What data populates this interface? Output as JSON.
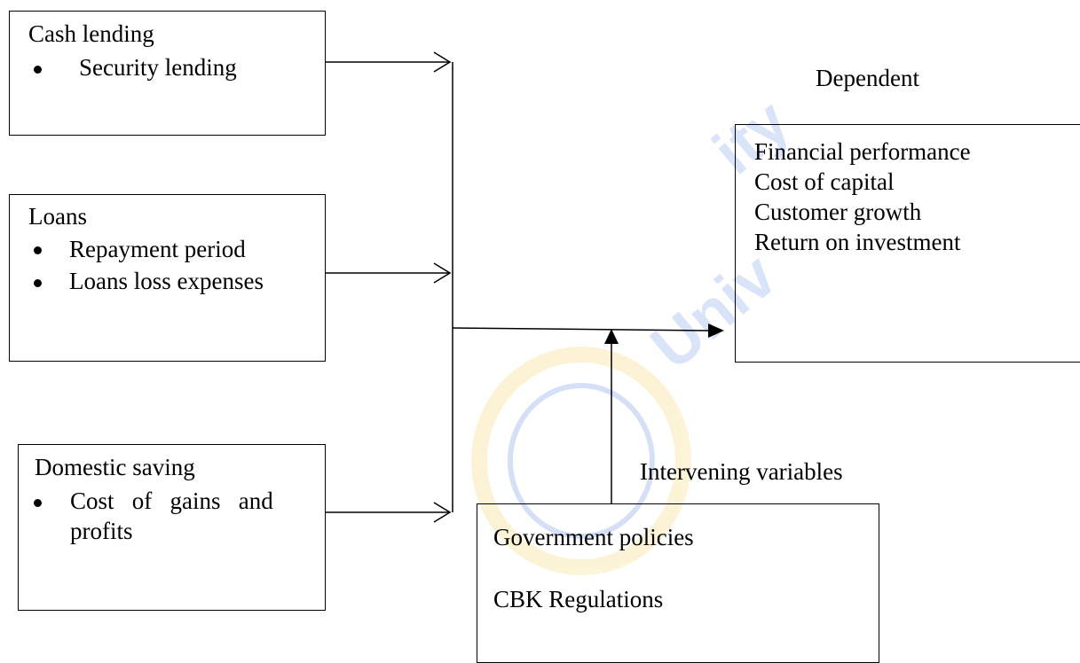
{
  "independent_boxes": [
    {
      "title": "Cash lending",
      "bullets": [
        "Security lending"
      ]
    },
    {
      "title": "Loans",
      "bullets": [
        "Repayment period",
        "Loans loss expenses"
      ]
    },
    {
      "title": "Domestic saving",
      "bullets": [
        "Cost of gains and profits"
      ],
      "bullet_lines": [
        "Cost   of   gains   and",
        "profits"
      ]
    }
  ],
  "dependent": {
    "label": "Dependent",
    "lines": [
      "Financial performance",
      "Cost of capital",
      "Customer growth",
      "Return on investment"
    ]
  },
  "intervening": {
    "label": "Intervening variables",
    "lines": [
      "Government policies",
      "CBK Regulations"
    ]
  },
  "colors": {
    "stroke": "#000000",
    "watermark_blue": "#1f5bd6",
    "watermark_gold": "#f0c020"
  }
}
